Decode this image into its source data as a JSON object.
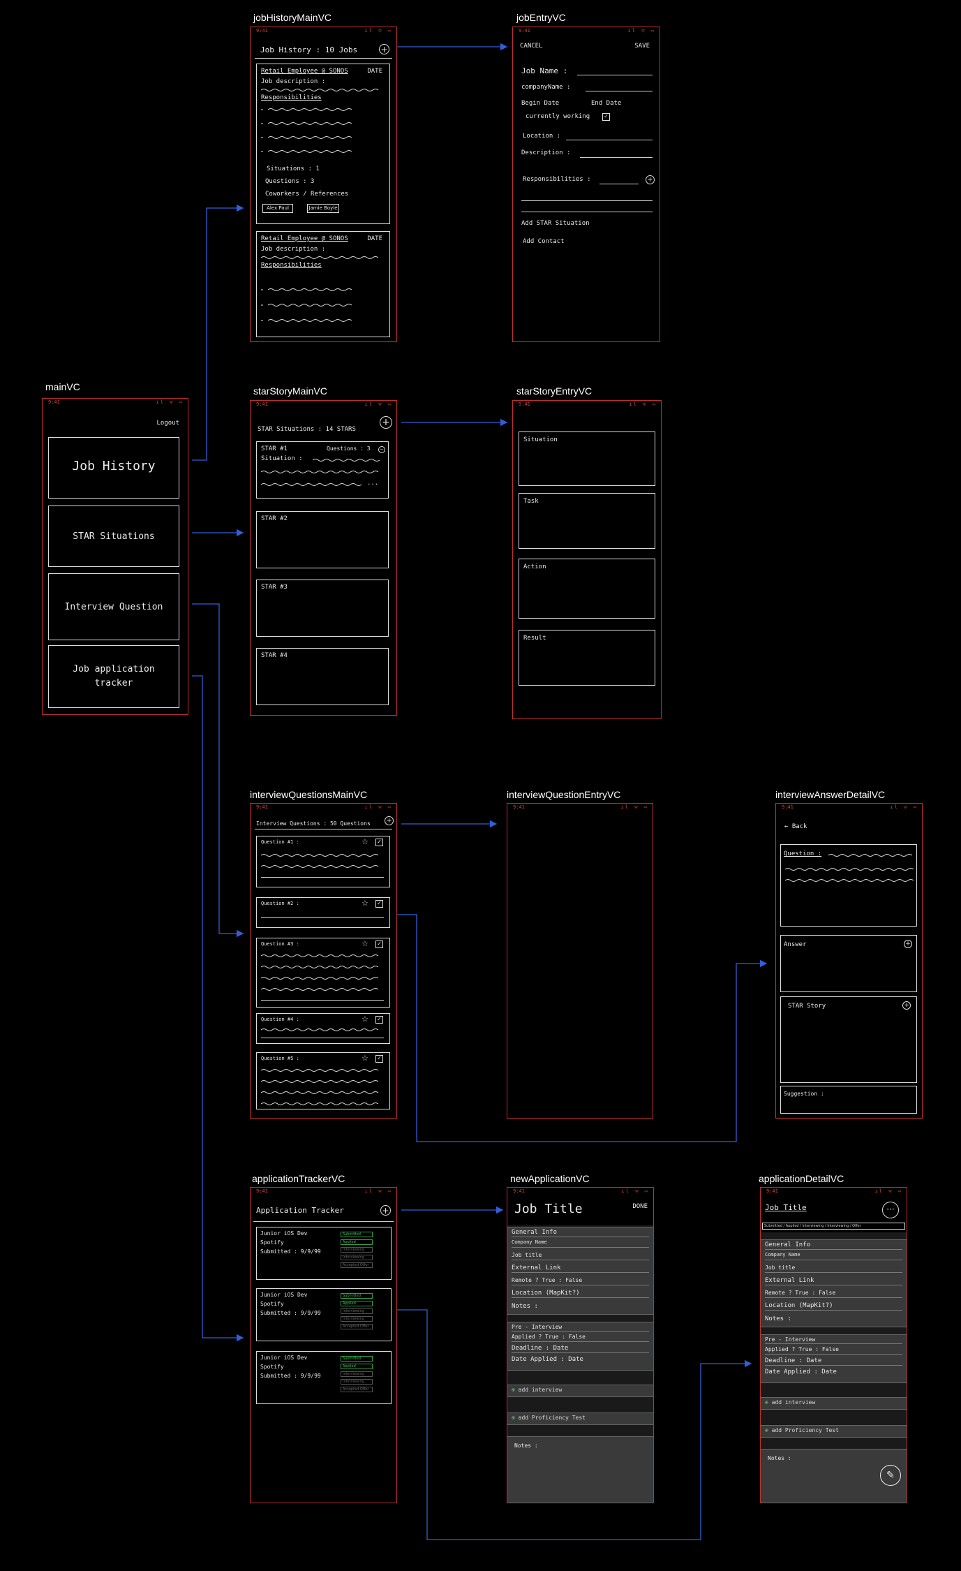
{
  "labels": {
    "jobHistoryMainVC": "jobHistoryMainVC",
    "jobEntryVC": "jobEntryVC",
    "mainVC": "mainVC",
    "starStoryMainVC": "starStoryMainVC",
    "starStoryEntryVC": "starStoryEntryVC",
    "interviewQuestionsMainVC": "interviewQuestionsMainVC",
    "interviewQuestionEntryVC": "interviewQuestionEntryVC",
    "interviewAnswerDetailVC": "interviewAnswerDetailVC",
    "applicationTrackerVC": "applicationTrackerVC",
    "newApplicationVC": "newApplicationVC",
    "applicationDetailVC": "applicationDetailVC"
  },
  "status": {
    "time": "9:41",
    "icons": "ıl ᯤ ▭"
  },
  "mainVC": {
    "logout": "Logout",
    "buttons": [
      "Job History",
      "STAR Situations",
      "Interview Question",
      "Job application",
      "tracker"
    ]
  },
  "jobHistory": {
    "title": "Job History : 10 Jobs",
    "card_title": "Retail Employee @ SONOS",
    "card_date": "DATE",
    "job_desc": "Job description :",
    "resp": "Responsibilities",
    "situations": "Situations : 1",
    "questions": "Questions : 3",
    "coworkers": "Coworkers / References",
    "ref1": "Alex Paul",
    "ref2": "Jamie Boyle"
  },
  "jobEntry": {
    "cancel": "CANCEL",
    "save": "SAVE",
    "job_name": "Job Name :",
    "company": "companyName :",
    "begin": "Begin Date",
    "end": "End Date",
    "current": "currently working",
    "location": "Location :",
    "description": "Description :",
    "responsibilities": "Responsibilities :",
    "add_star": "Add STAR Situation",
    "add_contact": "Add Contact"
  },
  "starMain": {
    "title": "STAR Situations : 14 STARS",
    "star1": "STAR #1",
    "questions": "Questions : 3",
    "situation": "Situation :",
    "dots": "...",
    "star2": "STAR #2",
    "star3": "STAR #3",
    "star4": "STAR #4"
  },
  "starEntry": {
    "situation": "Situation",
    "task": "Task",
    "action": "Action",
    "result": "Result"
  },
  "iqMain": {
    "title": "Interview Questions : 50 Questions",
    "q1": "Question #1 :",
    "q2": "Question #2 :",
    "q3": "Question #3 :",
    "q4": "Question #4 :",
    "q5": "Question #5 :"
  },
  "iqDetail": {
    "back": "← Back",
    "question": "Question :",
    "answer": "Answer",
    "star_story": "STAR Story",
    "suggestion": "Suggestion :"
  },
  "appTracker": {
    "title": "Application Tracker",
    "entry_title": "Junior iOS Dev",
    "entry_company": "Spotify",
    "entry_submitted": "Submitted : 9/9/99",
    "statuses": [
      "Submitted",
      "Applied",
      "Interviewing",
      "Interviewing",
      "Accepted Offer"
    ]
  },
  "newApp": {
    "title": "Job Title",
    "done": "DONE",
    "general": "General Info",
    "fields": [
      "Company Name",
      "Job title",
      "External Link",
      "Remote ? True : False",
      "Location (MapKit?)",
      "Notes :"
    ],
    "pre": "Pre - Interview",
    "pre_fields": [
      "Applied ? True : False",
      "Deadline : Date",
      "Date Applied : Date"
    ],
    "add_interview": "add interview",
    "add_test": "add Proficiency Test",
    "notes": "Notes :"
  },
  "appDetail": {
    "title": "Job Title",
    "tabs": "Submitted / Applied / Interviewing / Interviewing / Offer",
    "fields_first": "General Info",
    "edit_icon": "pencil-icon"
  },
  "colors": {
    "frame": "#c0302b",
    "arrow": "#2f5fd8",
    "background": "#000000"
  }
}
